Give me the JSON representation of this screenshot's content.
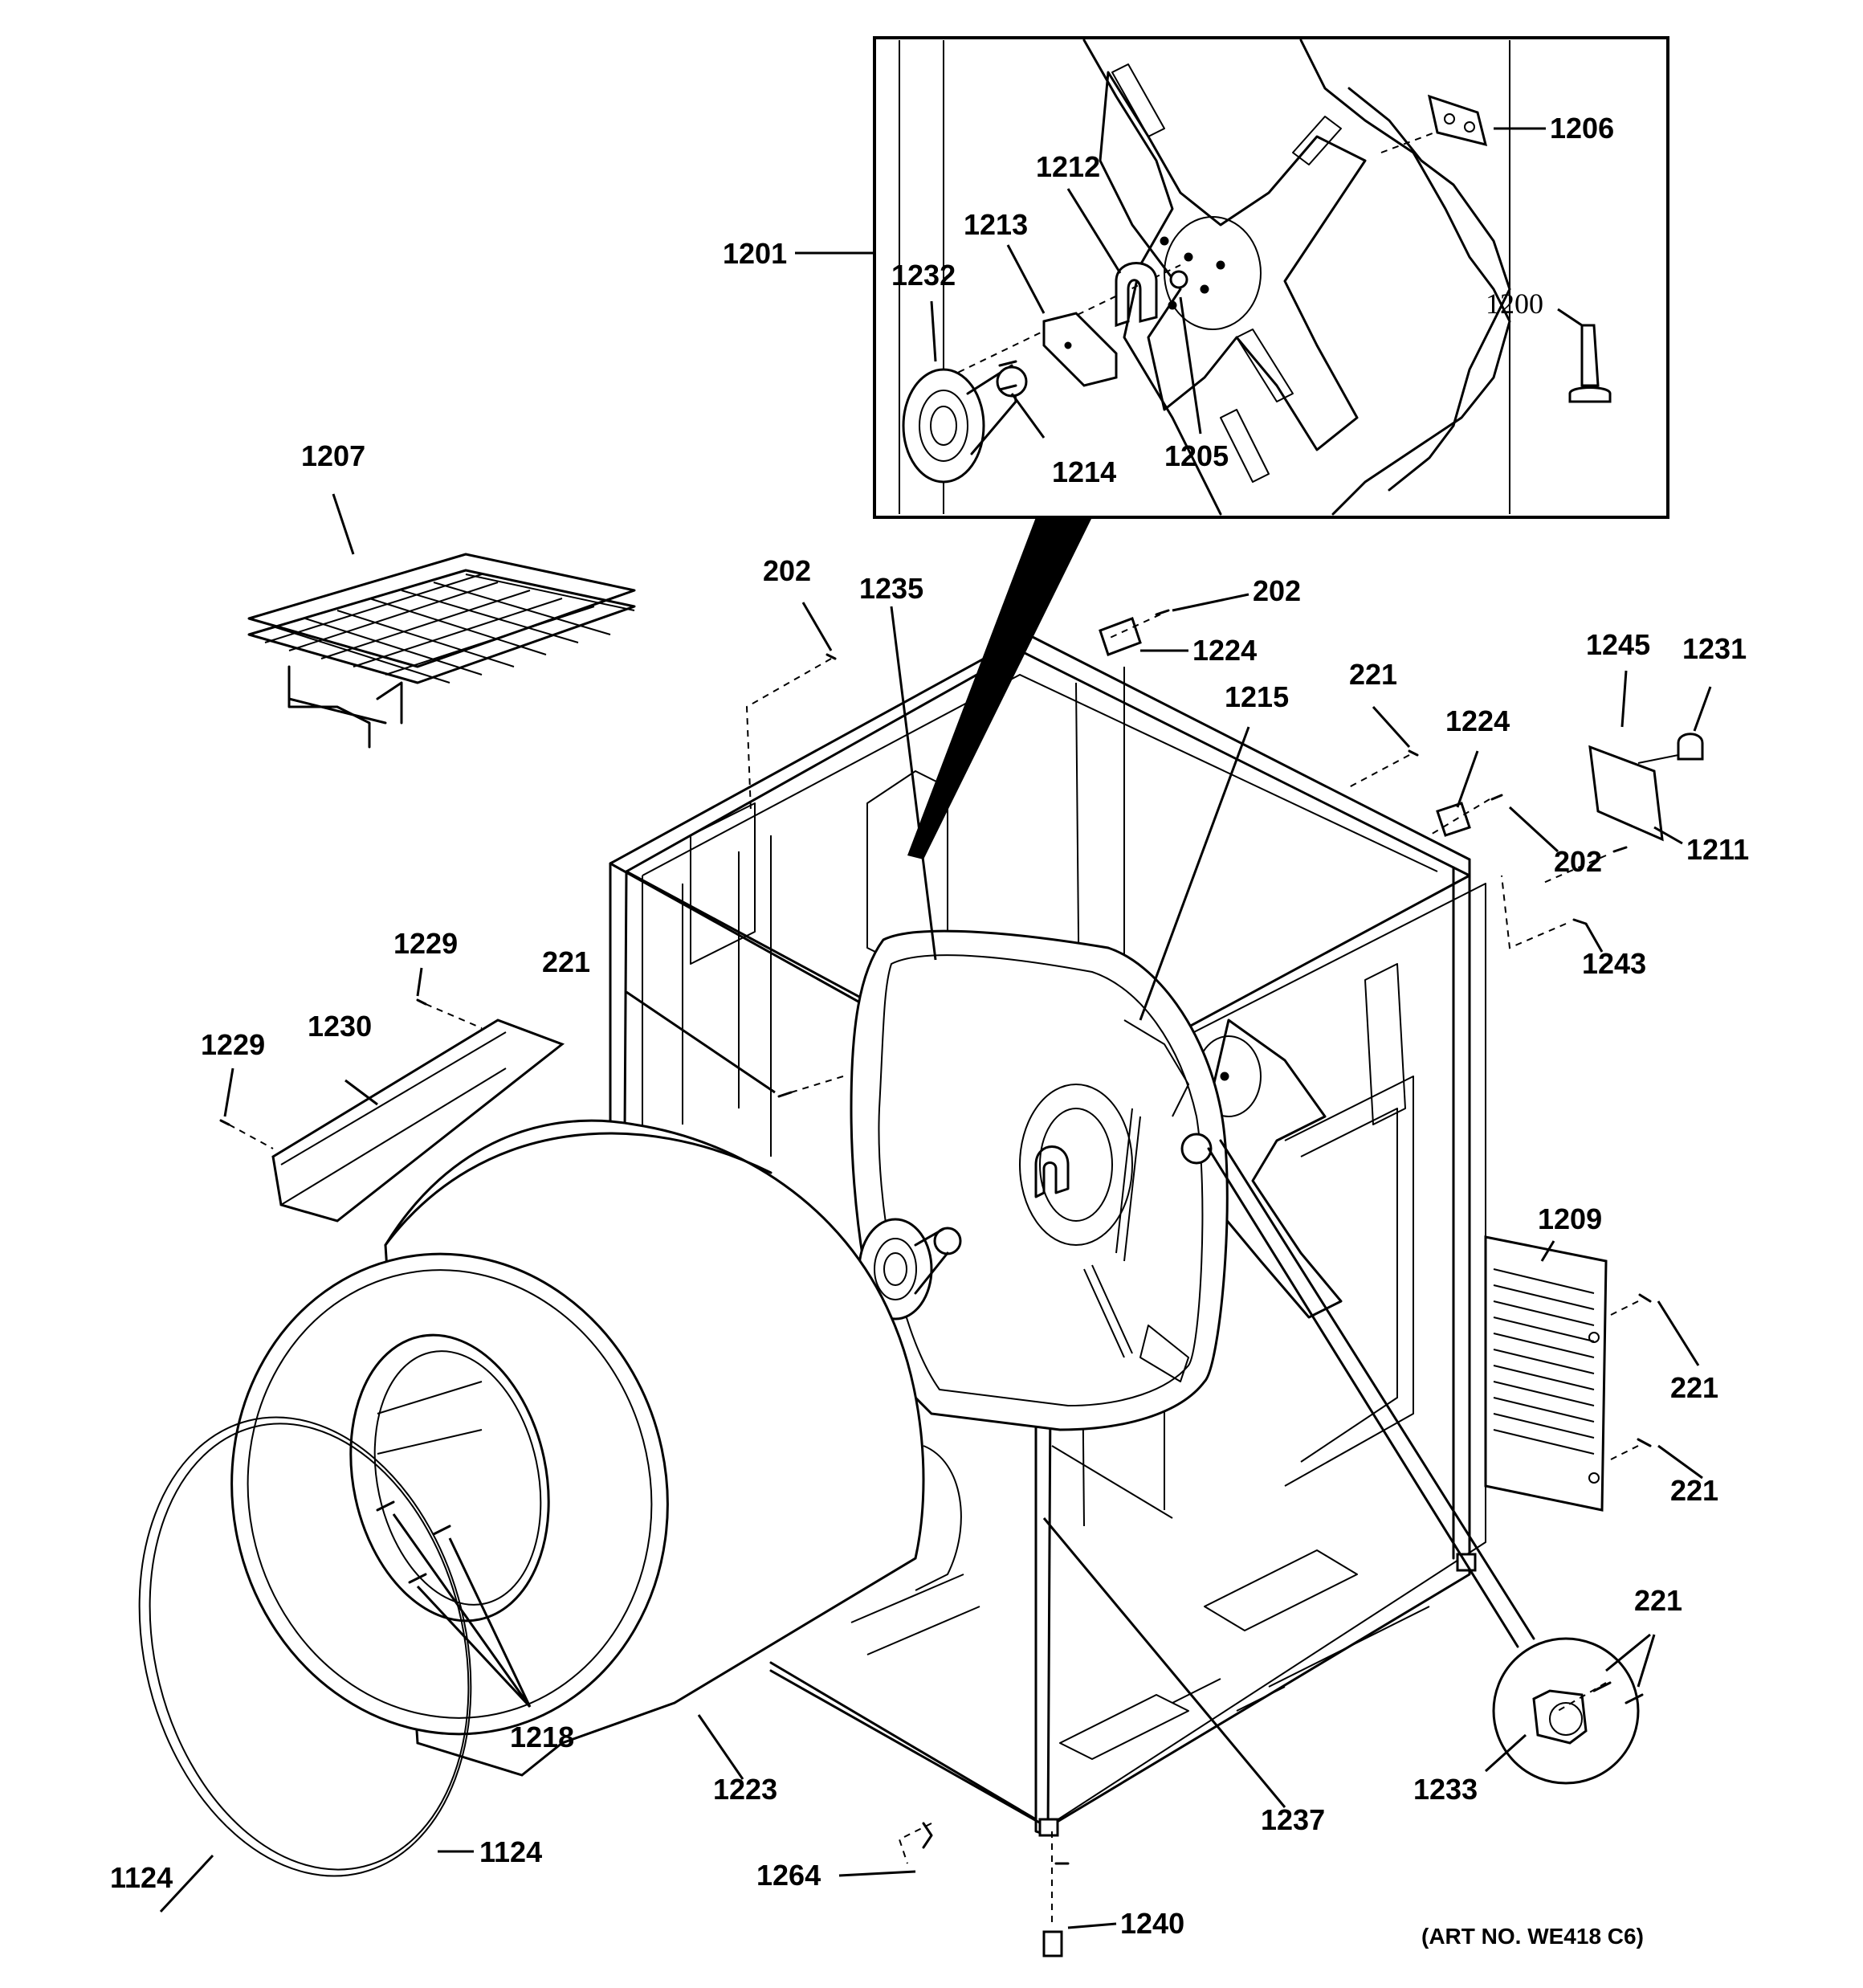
{
  "labels": {
    "l1201": "1201",
    "l1206": "1206",
    "l1212": "1212",
    "l1213": "1213",
    "l1232": "1232",
    "l1200": "1200",
    "l1214": "1214",
    "l1205": "1205",
    "l1207": "1207",
    "l202a": "202",
    "l1235": "1235",
    "l202b": "202",
    "l1224a": "1224",
    "l1215": "1215",
    "l221a": "221",
    "l1224b": "1224",
    "l1245": "1245",
    "l1231": "1231",
    "l202c": "202",
    "l1211": "1211",
    "l1243": "1243",
    "l1229a": "1229",
    "l1230": "1230",
    "l1229b": "1229",
    "l221b": "221",
    "l1209": "1209",
    "l221c": "221",
    "l221d": "221",
    "l221e": "221",
    "l1218": "1218",
    "l1223": "1223",
    "l1124a": "1124",
    "l1124b": "1124",
    "l1233": "1233",
    "l1237": "1237",
    "l1264": "1264",
    "l1240": "1240"
  },
  "art_number": "(ART NO. WE418 C6)"
}
